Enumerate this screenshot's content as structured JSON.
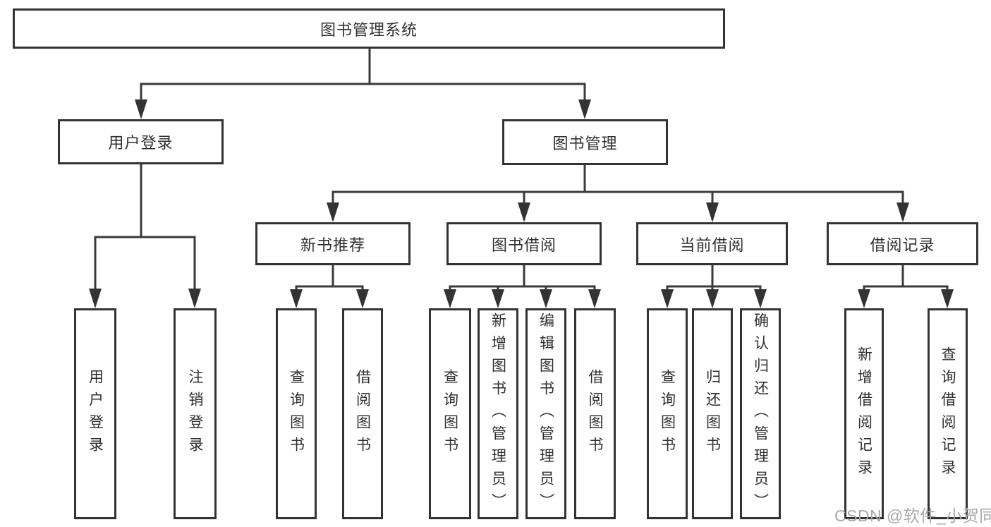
{
  "diagram": {
    "title": "图书管理系统",
    "nodes": [
      {
        "id": "root",
        "label": "图书管理系统"
      },
      {
        "id": "user-login",
        "label": "用户登录"
      },
      {
        "id": "book-management",
        "label": "图书管理"
      },
      {
        "id": "new-book-recommendation",
        "label": "新书推荐"
      },
      {
        "id": "book-borrowing",
        "label": "图书借阅"
      },
      {
        "id": "current-borrowing",
        "label": "当前借阅"
      },
      {
        "id": "borrowing-records",
        "label": "借阅记录"
      },
      {
        "id": "leaf-user-login",
        "label": "用户登录"
      },
      {
        "id": "leaf-logout",
        "label": "注销登录"
      },
      {
        "id": "leaf-recommend-query",
        "label": "查询图书"
      },
      {
        "id": "leaf-recommend-borrow",
        "label": "借阅图书"
      },
      {
        "id": "leaf-borrow-query",
        "label": "查询图书"
      },
      {
        "id": "leaf-borrow-add",
        "label": "新增图书（管理员）"
      },
      {
        "id": "leaf-borrow-edit",
        "label": "编辑图书（管理员）"
      },
      {
        "id": "leaf-borrow-borrow",
        "label": "借阅图书"
      },
      {
        "id": "leaf-current-query",
        "label": "查询图书"
      },
      {
        "id": "leaf-current-return",
        "label": "归还图书"
      },
      {
        "id": "leaf-current-confirm",
        "label": "确认归还（管理员）"
      },
      {
        "id": "leaf-record-add",
        "label": "新增借阅记录"
      },
      {
        "id": "leaf-record-query",
        "label": "查询借阅记录"
      }
    ]
  },
  "watermark": {
    "text": "CSDN @软件_小贺同学",
    "color": "#a9a9a9"
  },
  "colors": {
    "background": "#ffffff",
    "line": "#3a3a3a",
    "box_border": "#333333",
    "text": "#2f2f2f"
  }
}
